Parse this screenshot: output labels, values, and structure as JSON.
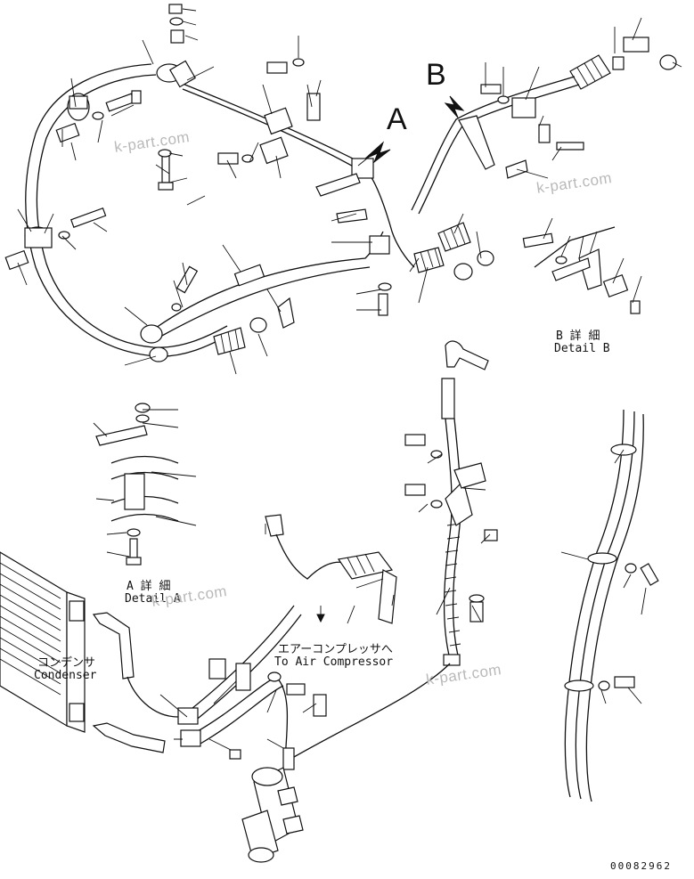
{
  "view_labels": {
    "a": "A",
    "b": "B"
  },
  "detail_b": {
    "jp": "B 詳 細",
    "en": "Detail B"
  },
  "detail_a": {
    "jp": "A 詳 細",
    "en": "Detail A"
  },
  "condenser": {
    "jp": "コンデンサ",
    "en": "Condenser"
  },
  "air_compressor": {
    "jp": "エアーコンプレッサへ",
    "en": "To Air Compressor"
  },
  "watermark": "k-part.com",
  "drawing_number": "00082962"
}
